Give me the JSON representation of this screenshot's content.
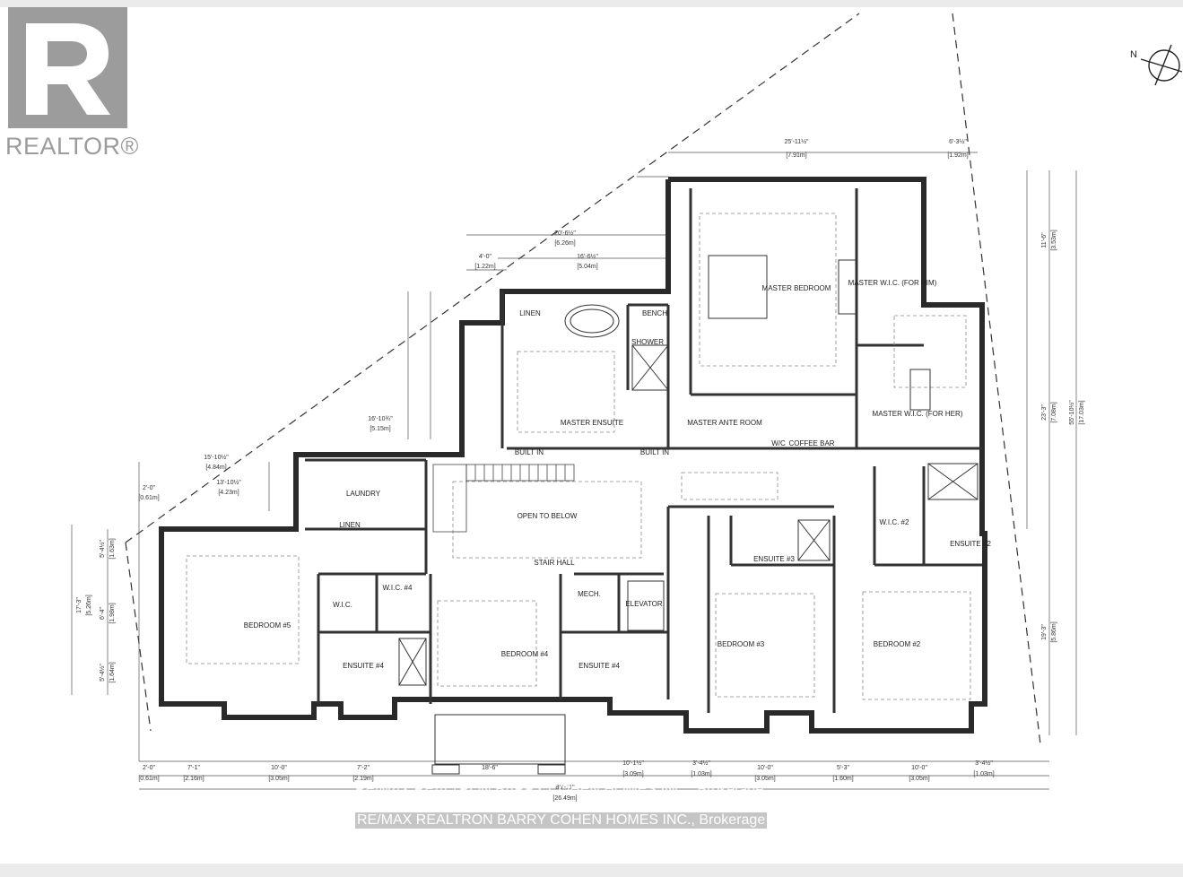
{
  "brand": {
    "word": "REALTOR®"
  },
  "compass": {
    "label": "N"
  },
  "rooms": {
    "master_bedroom": "MASTER BEDROOM",
    "master_wic_him": "MASTER W.I.C. (FOR HIM)",
    "master_wic_her": "MASTER W.I.C. (FOR HER)",
    "master_ante": "MASTER ANTE ROOM",
    "master_ensuite": "MASTER ENSUITE",
    "linen_top": "LINEN",
    "bench": "BENCH",
    "shower": "SHOWER",
    "built_in_1": "BUILT IN",
    "built_in_2": "BUILT IN",
    "coffee_bar": "COFFEE BAR",
    "wc": "W/C",
    "laundry": "LAUNDRY",
    "linen": "LINEN",
    "open_to_below": "OPEN TO BELOW",
    "stair_hall": "STAIR HALL",
    "mech": "MECH.",
    "elevator": "ELEVATOR",
    "bedroom5": "BEDROOM #5",
    "wic_5": "W.I.C.",
    "wic4": "W.I.C. #4",
    "ensuite4_left": "ENSUITE #4",
    "bedroom4": "BEDROOM #4",
    "ensuite4_right": "ENSUITE #4",
    "ensuite3": "ENSUITE #3",
    "bedroom3": "BEDROOM #3",
    "wic2": "W.I.C. #2",
    "ensuite2": "ENSUITE #2",
    "bedroom2": "BEDROOM #2"
  },
  "dimensions": {
    "top_25_11": "25'-11½\"",
    "top_791": "[7.91m]",
    "top_6_3": "6'-3½\"",
    "top_192": "[1.92m]",
    "d20_6": "20'-6½\"",
    "d626": "[6.26m]",
    "d16_6": "16'-6½\"",
    "d504": "[5.04m]",
    "d4_0": "4'-0\"",
    "d122": "[1.22m]",
    "d16_10": "16'-10¾\"",
    "d515": "[5.15m]",
    "d15_10": "15'-10½\"",
    "d484": "[4.84m]",
    "d13_10": "13'-10½\"",
    "d423": "[4.23m]",
    "d2_0": "2'-0\"",
    "d061": "[0.61m]",
    "bot_2_0": "2'-0\"",
    "bot_061": "[0.61m]",
    "bot_7_1": "7'-1\"",
    "bot_216": "[2.16m]",
    "bot_10_0a": "10'-0\"",
    "bot_305a": "[3.05m]",
    "bot_7_2": "7'-2\"",
    "bot_219": "[2.19m]",
    "bot_18_6": "18'-6\"",
    "bot_10_1": "10'-1½\"",
    "bot_309": "[3.09m]",
    "bot_3_4a": "3'-4½\"",
    "bot_103a": "[1.03m]",
    "bot_10_0b": "10'-0\"",
    "bot_305b": "[3.05m]",
    "bot_5_3": "5'-3\"",
    "bot_160": "[1.60m]",
    "bot_10_0c": "10'-0\"",
    "bot_305c": "[3.05m]",
    "bot_3_4b": "3'-4½\"",
    "bot_103b": "[1.03m]",
    "bot_86_11": "86'-11\"",
    "bot_2649": "[26.49m]",
    "r11_6": "11'-6\"",
    "r353": "[3.53m]",
    "r23_3": "23'-3\"",
    "r708": "[7.08m]",
    "r55_10": "55'-10½\"",
    "r1703": "[17.03m]",
    "r19_3": "19'-3\"",
    "r586": "[5.86m]",
    "l5_4a": "5'-4½\"",
    "l163": "[1.63m]",
    "l17_3": "17'-3\"",
    "l526": "[5.26m]",
    "l6_4": "6'-4\"",
    "l198": "[1.98m]",
    "l5_4b": "5'-4½\"",
    "l164": "[1.64m]"
  },
  "watermark": {
    "line1": "RE/MAX REALTRON BARRY COHEN HOMES INC., Brokerage",
    "line2": "RE/MAX REALTRON BARRY COHEN HOMES INC., Brokerage"
  }
}
